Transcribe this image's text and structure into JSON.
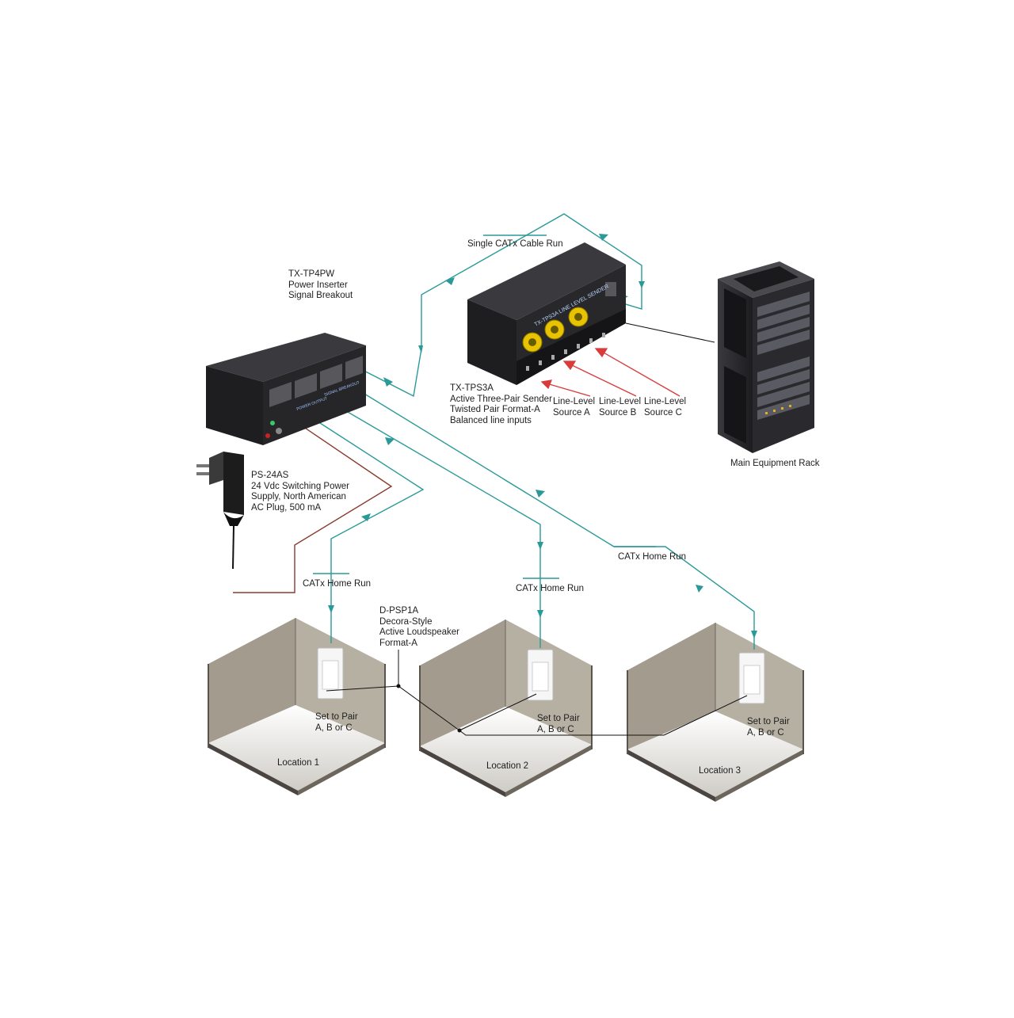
{
  "labels": {
    "single_catx": "Single CATx Cable Run",
    "tx_tp4pw": [
      "TX-TP4PW",
      "Power Inserter",
      "Signal Breakout"
    ],
    "tx_tps3a": [
      "TX-TPS3A",
      "Active Three-Pair Sender",
      "Twisted Pair Format-A",
      "Balanced line inputs"
    ],
    "source_a": [
      "Line-Level",
      "Source A"
    ],
    "source_b": [
      "Line-Level",
      "Source B"
    ],
    "source_c": [
      "Line-Level",
      "Source C"
    ],
    "rack": "Main Equipment Rack",
    "ps_24as": [
      "PS-24AS",
      "24 Vdc Switching Power",
      "Supply, North American",
      "AC Plug, 500 mA"
    ],
    "home_run_1": "CATx Home Run",
    "home_run_2": "CATx Home Run",
    "home_run_3": "CATx Home Run",
    "d_psp1a": [
      "D-PSP1A",
      "Decora-Style",
      "Active Loudspeaker",
      "Format-A"
    ],
    "set_pair_1": [
      "Set to Pair",
      "A, B or C"
    ],
    "set_pair_2": [
      "Set to Pair",
      "A, B or C"
    ],
    "set_pair_3": [
      "Set to Pair",
      "A, B or C"
    ],
    "location_1": "Location 1",
    "location_2": "Location 2",
    "location_3": "Location 3"
  },
  "colors": {
    "cable_catx": "#2a9a98",
    "cable_power": "#8a3a2c",
    "audio_arrow": "#d93a3a",
    "device_body": "#232326",
    "connector_gold": "#e8c400",
    "wall": "#a9a294",
    "floor": "#f4f3ef"
  }
}
